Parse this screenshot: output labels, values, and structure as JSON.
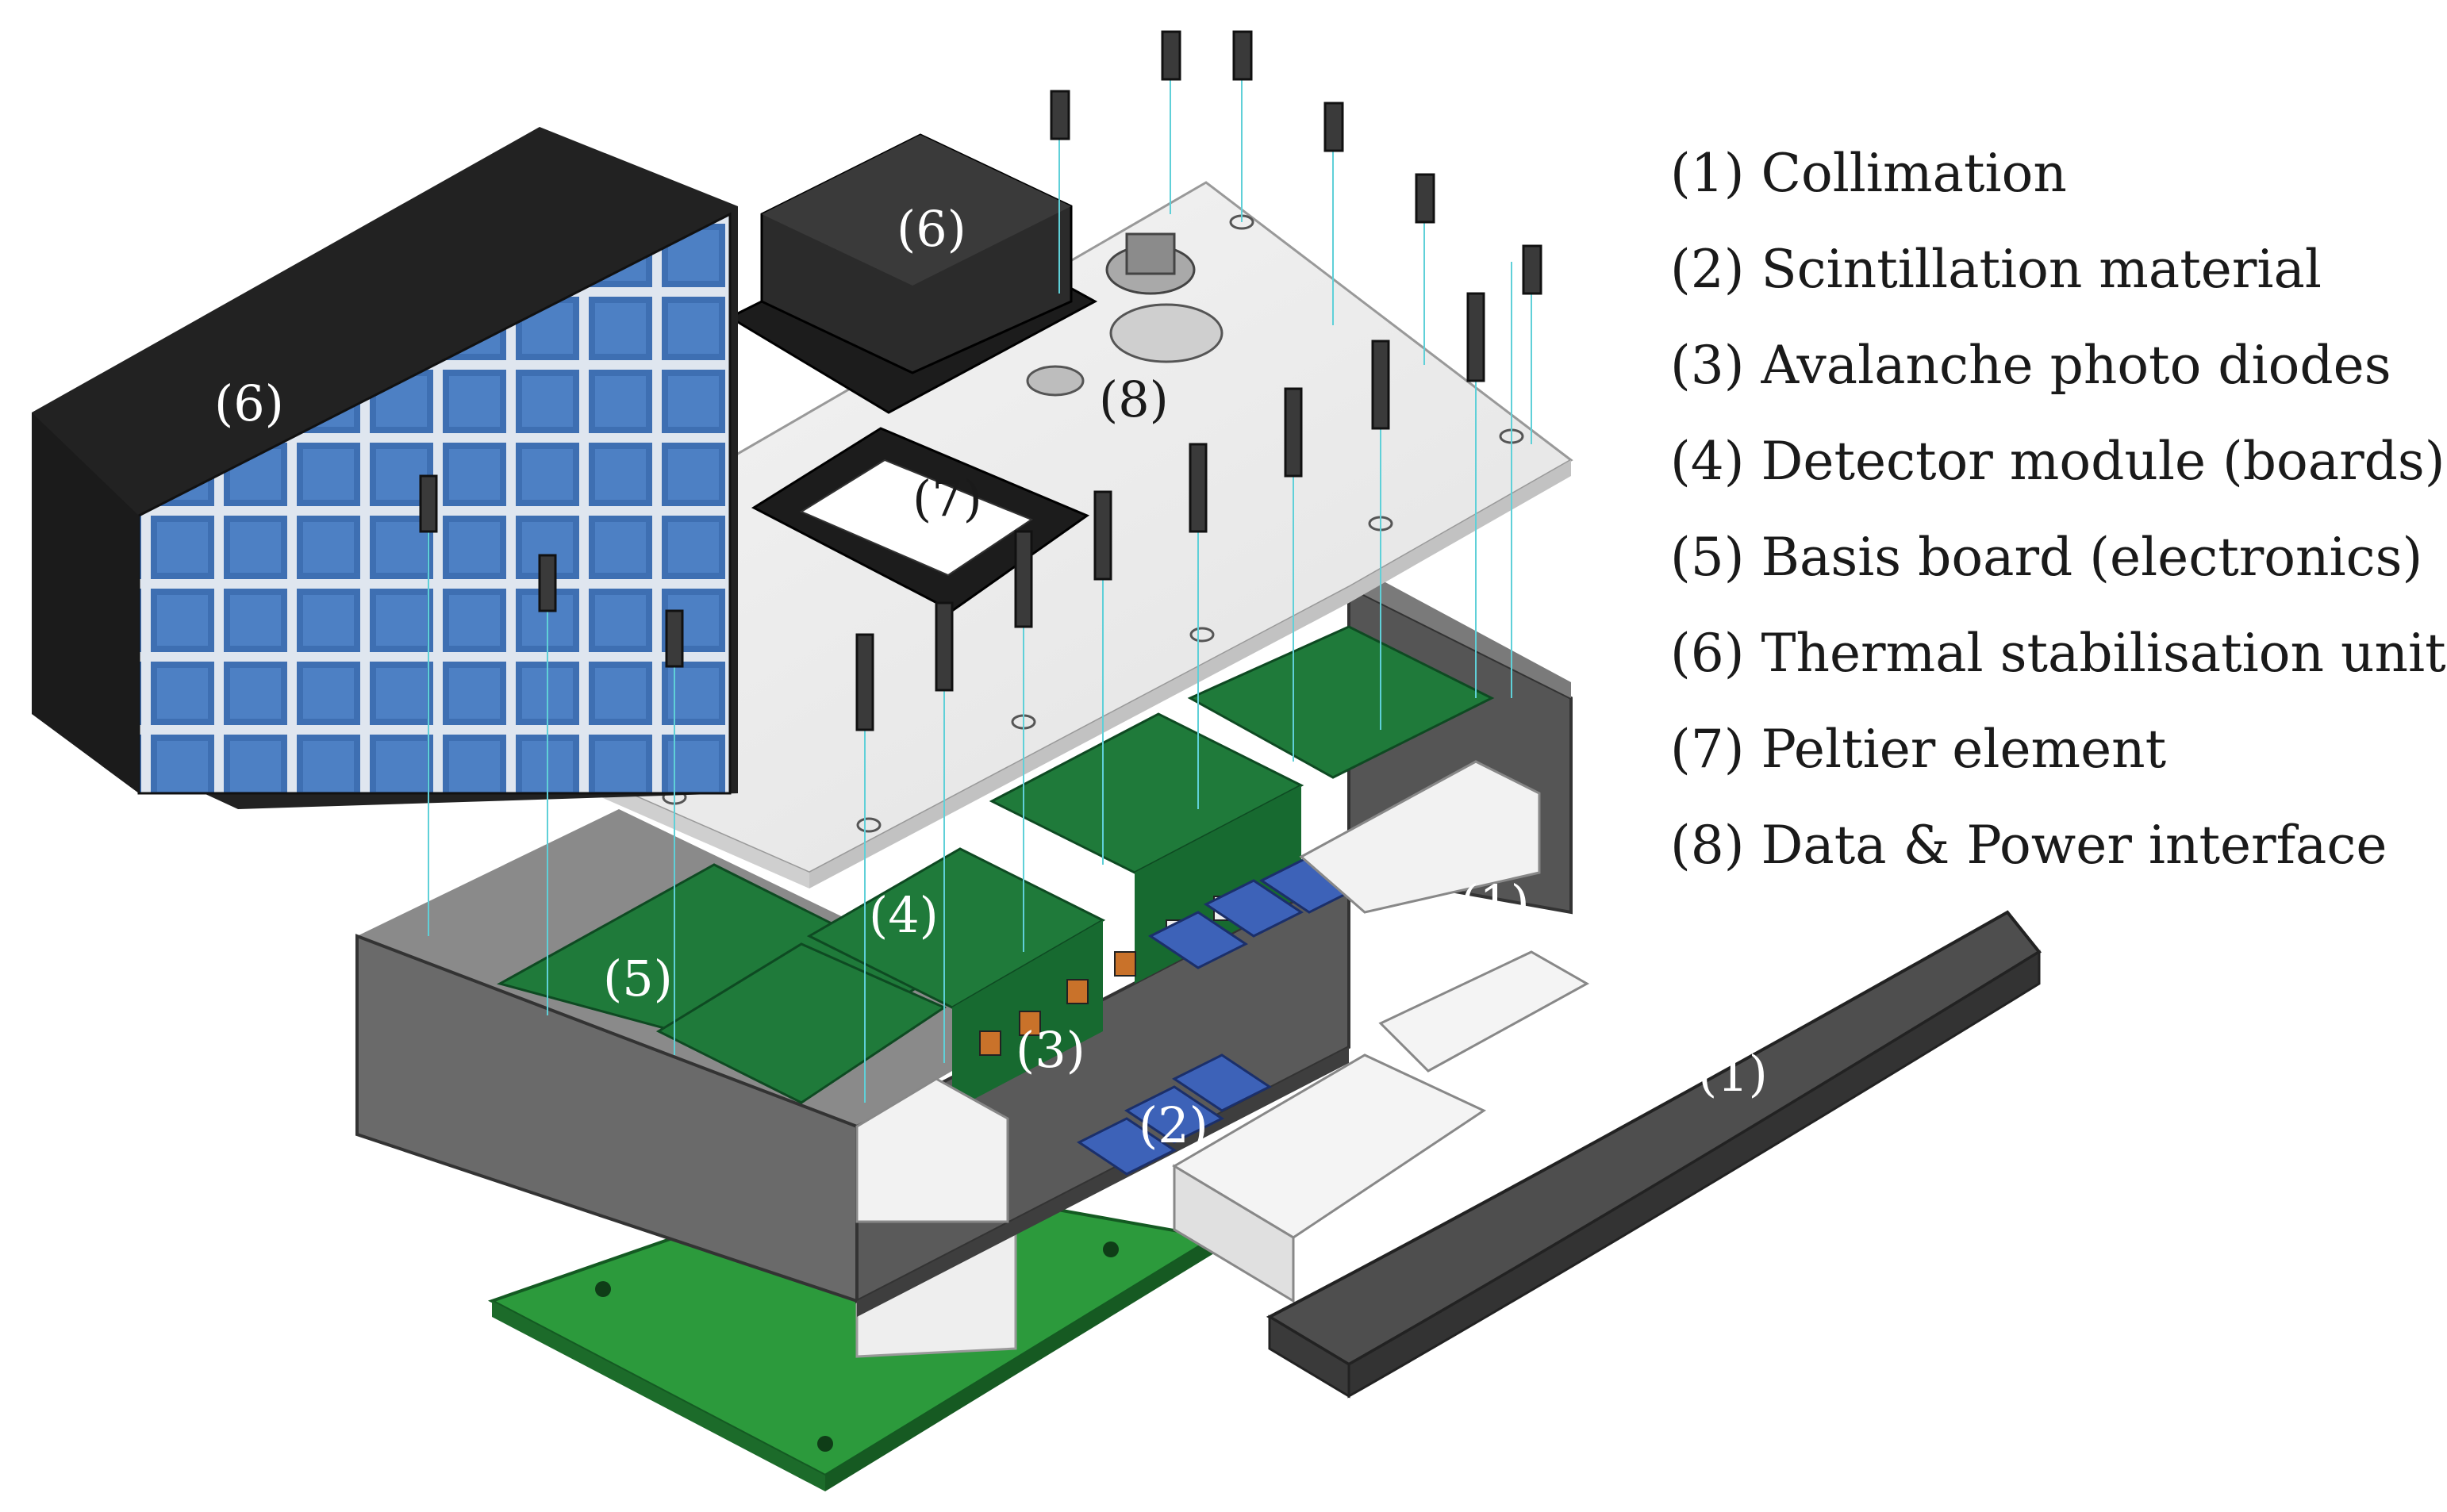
{
  "legend": {
    "items": [
      "(1) Collimation",
      "(2) Scintillation material",
      "(3) Avalanche photo diodes",
      "(4) Detector module (boards)",
      "(5) Basis board (electronics)",
      "(6) Thermal stabilisation unit",
      "(7) Peltier element",
      "(8) Data & Power interface"
    ]
  },
  "callouts": {
    "thermal_left": "(6)",
    "thermal_top": "(6)",
    "peltier": "(7)",
    "interface": "(8)",
    "detector_module": "(4)",
    "basis_board": "(5)",
    "collimation_block": "(1)",
    "collimation_arc": "(1)",
    "photodiodes": "(3)",
    "scintillator": "(2)"
  },
  "colors": {
    "housing": "#5e5e5e",
    "housing_dark": "#3a3a3a",
    "board_green": "#1f7a3a",
    "pcb_green": "#2c9a3c",
    "crystal_blue": "#3d62b8",
    "apd_orange": "#c9722a",
    "plate": "#ececec",
    "guide_line": "#5fd0d8",
    "heatsink": "#2a2a2a",
    "tile_blue": "#3e6fb2"
  }
}
